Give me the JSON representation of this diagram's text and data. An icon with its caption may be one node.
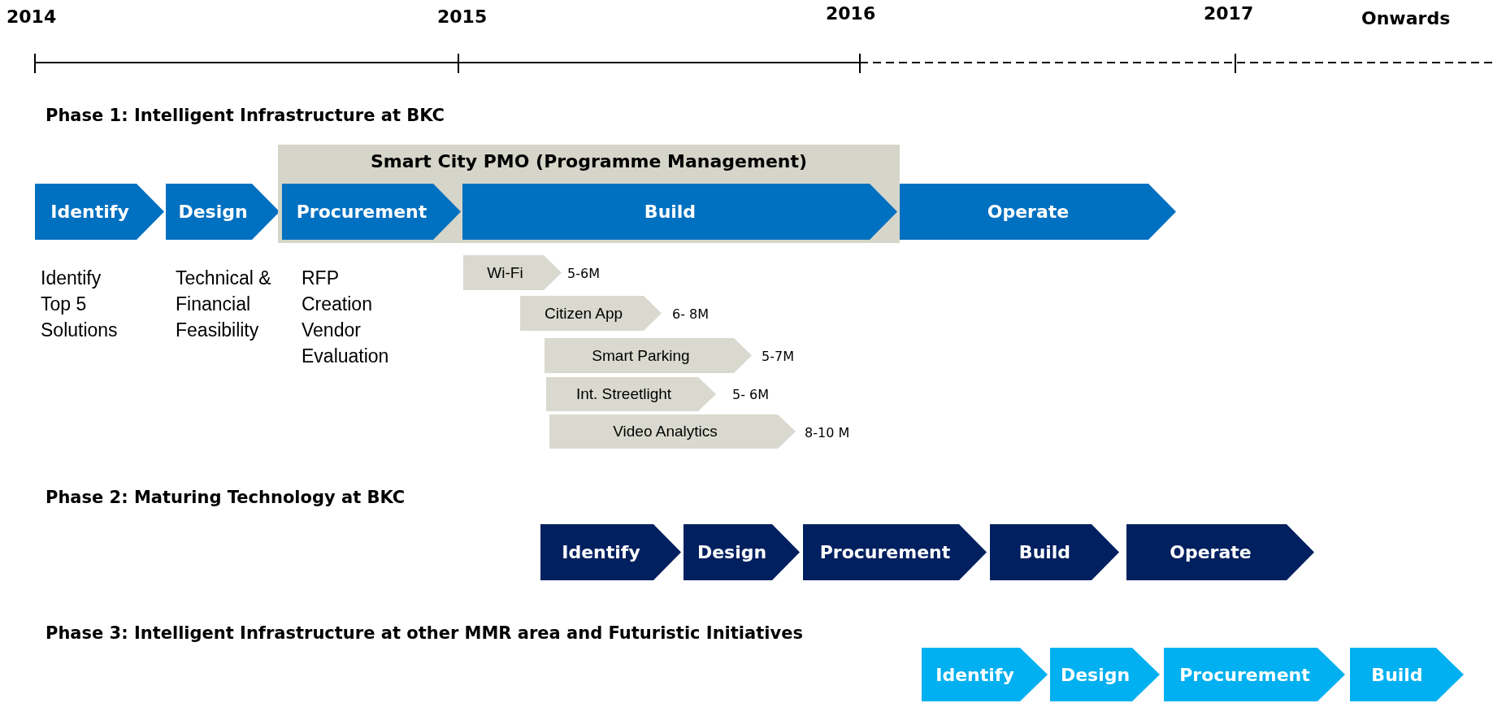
{
  "diagram": {
    "nodes": [
      {
        "text": [
          "Identify"
        ],
        "beside": [
          "Identify Top 5 Solutions"
        ]
      },
      {
        "text": [
          "Design"
        ],
        "beside": [
          "Technical & Financial Feasibility"
        ]
      },
      {
        "text": [
          "Smart City PMO (Programme Management)"
        ]
      },
      {
        "text": [
          "Procurement"
        ],
        "in": 2,
        "beside": [
          "RFP Creation",
          "Vendor Evaluation"
        ]
      },
      {
        "text": [
          "Build"
        ],
        "in": 2
      },
      {
        "text": [
          "Operate"
        ]
      },
      {
        "text": [
          "Wi-Fi"
        ],
        "beside": [
          "5-6M"
        ]
      },
      {
        "text": [
          "Citizen App"
        ],
        "beside": [
          "6- 8M"
        ]
      },
      {
        "text": [
          "Smart Parking"
        ],
        "beside": [
          "5-7M"
        ]
      },
      {
        "text": [
          "Int. Streetlight"
        ],
        "beside": [
          "5- 6M"
        ]
      },
      {
        "text": [
          "Video Analytics"
        ],
        "beside": [
          "8-10 M"
        ]
      },
      {
        "text": [
          "Identify"
        ]
      },
      {
        "text": [
          "Design"
        ]
      },
      {
        "text": [
          "Procurement"
        ]
      },
      {
        "text": [
          "Build"
        ]
      },
      {
        "text": [
          "Operate"
        ]
      },
      {
        "text": [
          "Identify"
        ]
      },
      {
        "text": [
          "Design"
        ]
      },
      {
        "text": [
          "Procurement"
        ]
      },
      {
        "text": [
          "Build"
        ]
      }
    ],
    "edges": [],
    "labels": [
      "2014",
      "2015",
      "2016",
      "2017",
      "Onwards",
      "Phase 1: Intelligent Infrastructure at BKC",
      "Phase 2: Maturing Technology at BKC",
      "Phase 3: Intelligent Infrastructure at other MMR area and Futuristic Initiatives"
    ]
  }
}
